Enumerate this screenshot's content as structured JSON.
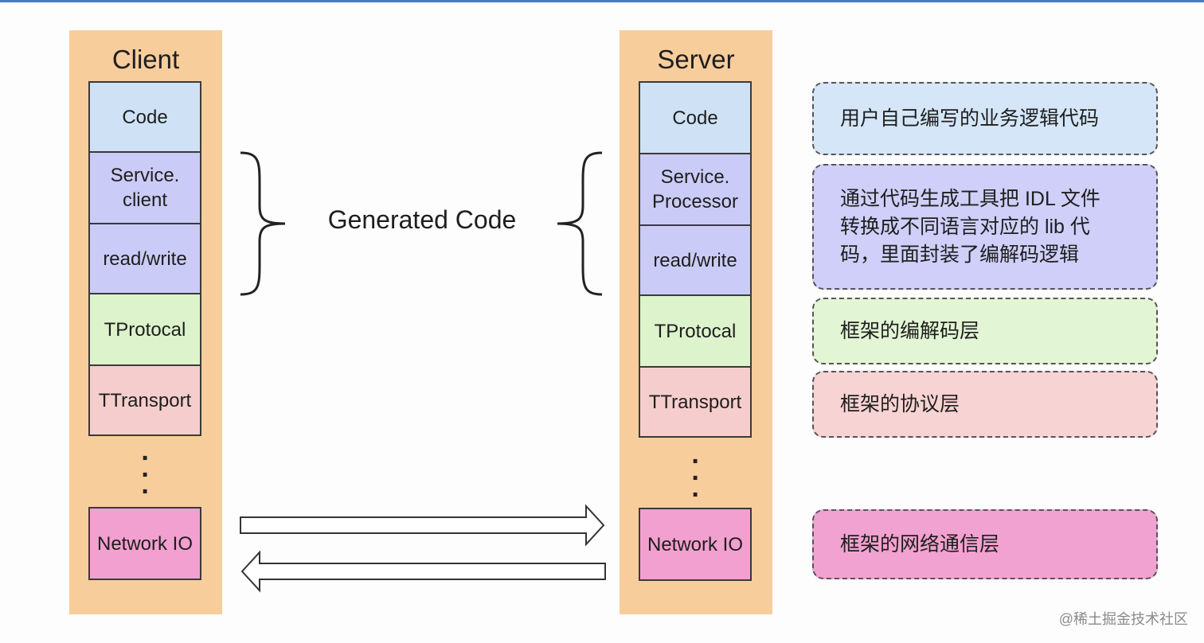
{
  "client": {
    "title": "Client",
    "layers": [
      "Code",
      "Service.\nclient",
      "read/write",
      "TProtocal",
      "TTransport",
      "Network IO"
    ]
  },
  "server": {
    "title": "Server",
    "layers": [
      "Code",
      "Service.\nProcessor",
      "read/write",
      "TProtocal",
      "TTransport",
      "Network IO"
    ]
  },
  "generated_code_label": "Generated Code",
  "notes": [
    "用户自己编写的业务逻辑代码",
    "通过代码生成工具把 IDL 文件\n转换成不同语言对应的 lib 代\n码，里面封装了编解码逻辑",
    "框架的编解码层",
    "框架的协议层",
    "框架的网络通信层"
  ],
  "watermark": "@稀土掘金技术社区",
  "colors": {
    "column": "#f8cd9c",
    "code": "#cfe2f5",
    "generated": "#cbcbf7",
    "protocol": "#dcf3cc",
    "transport": "#f6cdcd",
    "network": "#f2a0cf"
  },
  "icons": [
    "brace-right-icon",
    "brace-left-icon",
    "arrow-right-icon",
    "arrow-left-icon"
  ]
}
